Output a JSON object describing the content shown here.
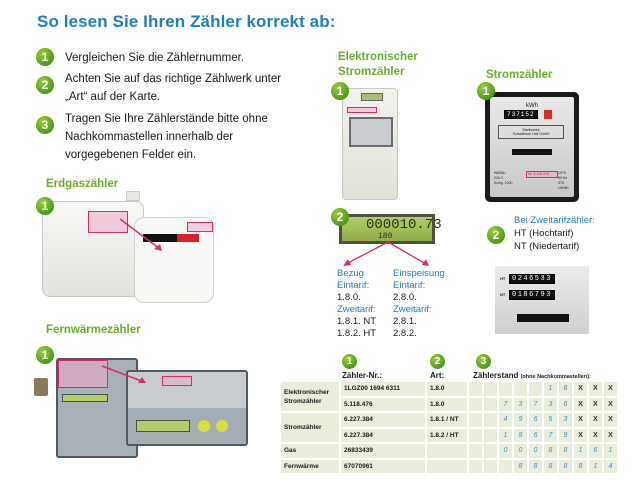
{
  "title": "So lesen Sie Ihren Zähler korrekt ab:",
  "steps": [
    {
      "num": "1",
      "text": "Vergleichen Sie die Zählernummer."
    },
    {
      "num": "2",
      "text_line1": "Achten Sie auf das richtige Zählwerk unter",
      "text_line2": "„Art“ auf der Karte."
    },
    {
      "num": "3",
      "text_line1": "Tragen Sie Ihre Zählerstände bitte ohne",
      "text_line2": "Nachkommastellen innerhalb der",
      "text_line3": "vorgegebenen Felder ein."
    }
  ],
  "sections": {
    "gas": {
      "title": "Erdgaszähler",
      "badge": "1"
    },
    "heat": {
      "title": "Fernwärmezähler",
      "badge": "1"
    },
    "electronic": {
      "title_line1": "Elektronischer",
      "title_line2": "Stromzähler",
      "badge": "1",
      "badge2": "2",
      "lcd_value": "000010.73",
      "lcd_sub": "180"
    },
    "power": {
      "title": "Stromzähler",
      "badge": "1",
      "unit": "kWh",
      "counter": "737152",
      "plate_line1": "Stadtwerke",
      "plate_line2": "Schwäbisch Hall GmbH",
      "serial": "Nr. 5.118.476",
      "specs_left": [
        "W60Bu",
        "230 V",
        "Schlg. 1000"
      ],
      "specs_right": [
        "1979",
        "50 Hz",
        "375 U/kWh"
      ]
    }
  },
  "obis": {
    "bezug": {
      "heading": "Bezug",
      "eintarif_label": "Eintarif:",
      "eintarif_value": "1.8.0.",
      "zweitarif_label": "Zweitarif:",
      "zweitarif_values": [
        "1.8.1. NT",
        "1.8.2. HT"
      ]
    },
    "einspeisung": {
      "heading": "Einspeisung",
      "eintarif_label": "Eintarif:",
      "eintarif_value": "2.8.0.",
      "zweitarif_label": "Zweitarif:",
      "zweitarif_values": [
        "2.8.1.",
        "2.8.2."
      ]
    }
  },
  "zweitarif": {
    "badge": "2",
    "heading": "Bei Zweitarifzähler:",
    "ht": "HT (Hochtarif)",
    "nt": "NT (Niedertarif)",
    "ht_label": "HT",
    "nt_label": "NT",
    "ht_counter": "0246533",
    "nt_counter": "0186793"
  },
  "table": {
    "headers": {
      "col1_badge": "1",
      "col1": "Zähler-Nr.:",
      "col2_badge": "2",
      "col2": "Art:",
      "col3_badge": "3",
      "col3": "Zählerstand",
      "col3_note": "(ohne Nachkommastellen):"
    },
    "groups": [
      {
        "label_line1": "Elektronischer",
        "label_line2": "Stromzähler",
        "rows": [
          {
            "nr": "1LGZ00 1694 6311",
            "art": "1.8.0",
            "digits": [
              "",
              "",
              "",
              "",
              "",
              "1",
              "8",
              "X",
              "X",
              "X"
            ]
          },
          {
            "nr": "5.118.476",
            "art": "1.8.0",
            "digits": [
              "",
              "",
              "7",
              "3",
              "7",
              "3",
              "6",
              "X",
              "X",
              "X"
            ]
          }
        ]
      },
      {
        "label_line1": "Stromzähler",
        "label_line2": "",
        "rows": [
          {
            "nr": "6.227.384",
            "art": "1.8.1 / NT",
            "digits": [
              "",
              "",
              "4",
              "9",
              "6",
              "5",
              "3",
              "X",
              "X",
              "X"
            ]
          },
          {
            "nr": "6.227.384",
            "art": "1.8.2 / HT",
            "digits": [
              "",
              "",
              "1",
              "8",
              "6",
              "7",
              "9",
              "X",
              "X",
              "X"
            ]
          }
        ]
      },
      {
        "label_line1": "Gas",
        "label_line2": "",
        "rows": [
          {
            "nr": "26833439",
            "art": "",
            "digits": [
              "",
              "",
              "0",
              "0",
              "0",
              "8",
              "8",
              "1",
              "6",
              "1"
            ]
          }
        ]
      },
      {
        "label_line1": "Fernwärme",
        "label_line2": "",
        "rows": [
          {
            "nr": "67070961",
            "art": "",
            "digits": [
              "",
              "",
              "",
              "8",
              "8",
              "8",
              "8",
              "8",
              "1",
              "4"
            ]
          }
        ]
      }
    ]
  },
  "colors": {
    "title_blue": "#1e7fc0",
    "section_green": "#6aae2a",
    "badge_green": "#4e9a1a",
    "highlight_pink": "#e02a6a",
    "table_cell": "#e8eedb"
  }
}
